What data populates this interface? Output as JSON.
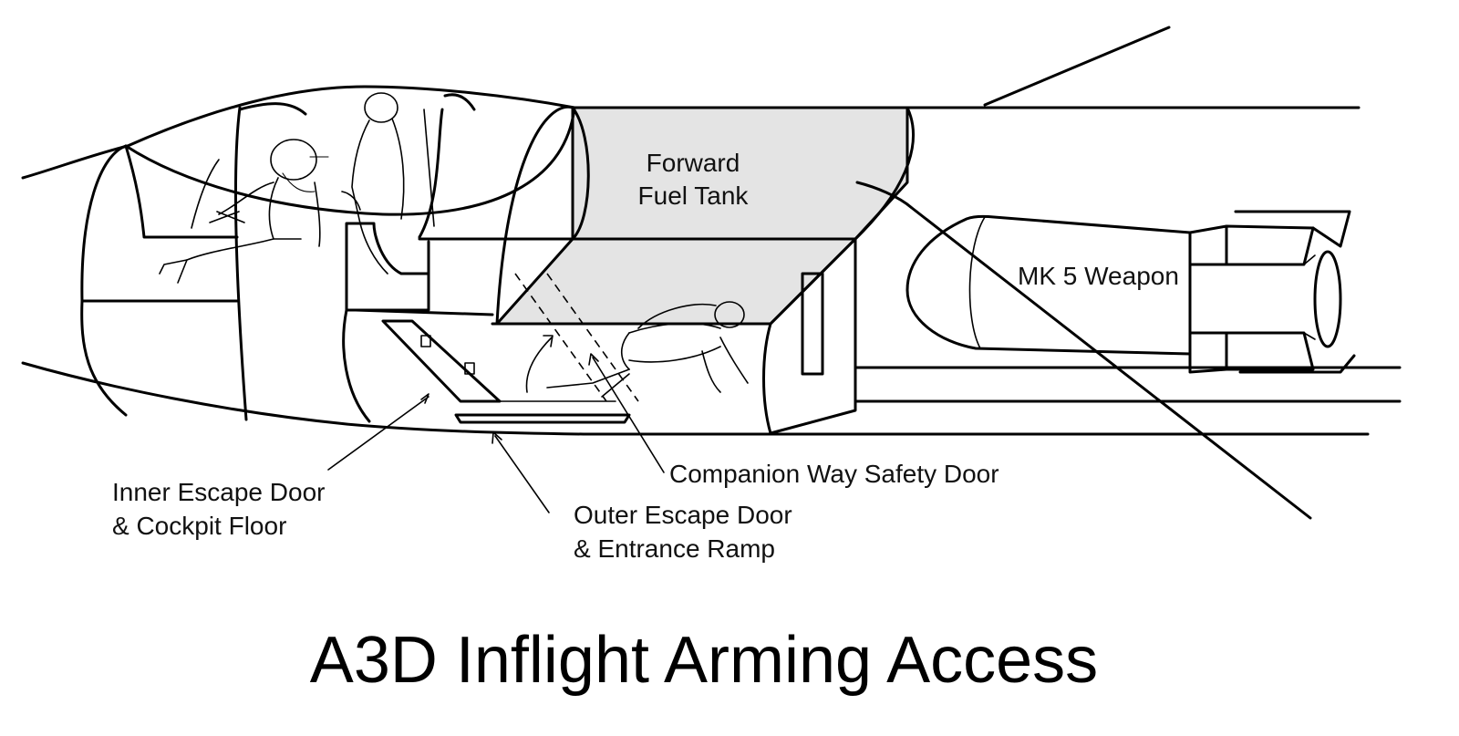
{
  "title": "A3D Inflight Arming Access",
  "labels": {
    "fuel_tank_line1": "Forward",
    "fuel_tank_line2": "Fuel Tank",
    "weapon": "MK 5 Weapon",
    "companion_door": "Companion Way Safety Door",
    "inner_door_line1": "Inner Escape Door",
    "inner_door_line2": "& Cockpit Floor",
    "outer_door_line1": "Outer Escape Door",
    "outer_door_line2": "& Entrance Ramp"
  },
  "colors": {
    "line": "#000000",
    "tank_fill": "#e4e4e4",
    "background": "#ffffff"
  }
}
